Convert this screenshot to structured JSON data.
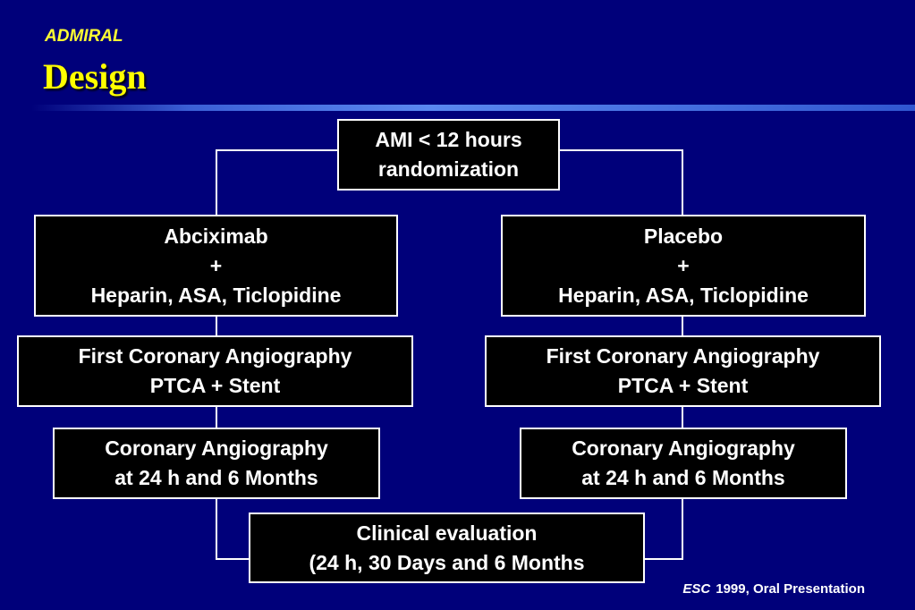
{
  "header": {
    "subtitle": "ADMIRAL",
    "title": "Design"
  },
  "boxes": {
    "top": {
      "line1": "AMI < 12 hours",
      "line2": "randomization"
    },
    "left_arm": {
      "line1": "Abciximab",
      "line2": "+",
      "line3": "Heparin, ASA, Ticlopidine"
    },
    "right_arm": {
      "line1": "Placebo",
      "line2": "+",
      "line3": "Heparin, ASA, Ticlopidine"
    },
    "left_first": {
      "line1": "First Coronary Angiography",
      "line2": "PTCA + Stent"
    },
    "right_first": {
      "line1": "First Coronary Angiography",
      "line2": "PTCA + Stent"
    },
    "left_followup": {
      "line1": "Coronary Angiography",
      "line2": "at 24 h and 6 Months"
    },
    "right_followup": {
      "line1": "Coronary Angiography",
      "line2": "at 24 h and 6 Months"
    },
    "bottom": {
      "line1": "Clinical evaluation",
      "line2": "(24 h, 30 Days and 6 Months"
    }
  },
  "footer": {
    "brand": "ESC",
    "text": "1999, Oral Presentation"
  },
  "colors": {
    "background": "#00007a",
    "title": "#ffff00",
    "box_fill": "#000000",
    "box_border": "#ffffff",
    "connector": "#ffffff"
  }
}
